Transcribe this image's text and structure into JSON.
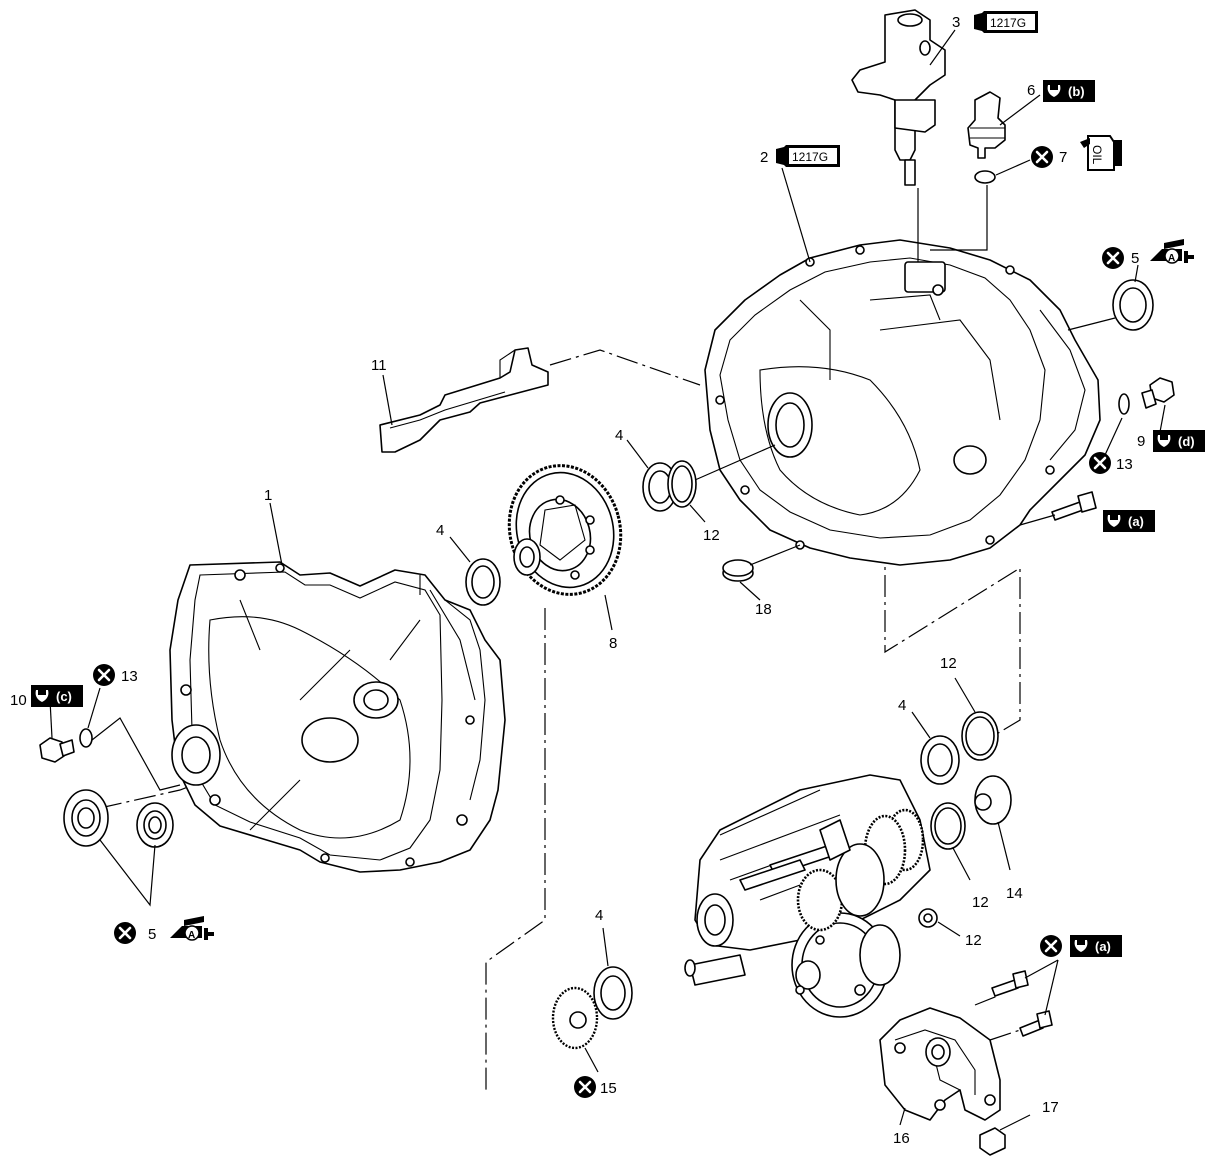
{
  "callouts": {
    "p1": "1",
    "p2": "2",
    "p3": "3",
    "p4a": "4",
    "p4b": "4",
    "p4c": "4",
    "p4d": "4",
    "p5a": "5",
    "p5b": "5",
    "p6": "6",
    "p7": "7",
    "p8": "8",
    "p9": "9",
    "p10": "10",
    "p11": "11",
    "p12a": "12",
    "p12b": "12",
    "p12c": "12",
    "p12d": "12",
    "p13a": "13",
    "p13b": "13",
    "p14": "14",
    "p15": "15",
    "p16": "16",
    "p17": "17",
    "p18": "18"
  },
  "sealant": {
    "label": "1217G"
  },
  "torque": {
    "a1": "(a)",
    "a2": "(a)",
    "b": "(b)",
    "c": "(c)",
    "d": "(d)"
  },
  "grease_mark": "A",
  "oil_mark": "OIL",
  "icons": [
    "sealant-tube-icon",
    "torque-wrench-icon",
    "do-not-reuse-icon",
    "grease-icon",
    "oil-can-icon"
  ],
  "colors": {
    "line": "#000000",
    "background": "#ffffff"
  }
}
